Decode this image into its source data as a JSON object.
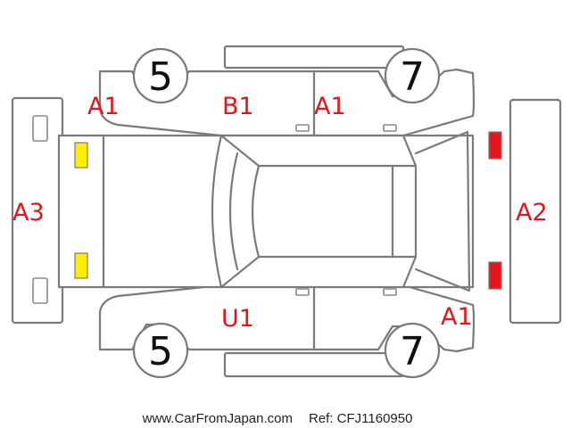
{
  "colors": {
    "outline": "#7a7a7a",
    "code_text": "#e8141c",
    "marker_yellow": "#ffee00",
    "marker_red": "#e8141c"
  },
  "wheels": {
    "top_left": "5",
    "top_right": "7",
    "bottom_left": "5",
    "bottom_right": "7"
  },
  "damage_codes": {
    "top_left_fender": "A1",
    "top_front_door": "B1",
    "top_rear_door": "A1",
    "rear_bumper": "A3",
    "front_bumper": "A2",
    "bottom_front_door": "U1",
    "bottom_right_fender": "A1"
  },
  "footer": {
    "website": "www.CarFromJapan.com",
    "reference": "Ref: CFJ1160950"
  }
}
